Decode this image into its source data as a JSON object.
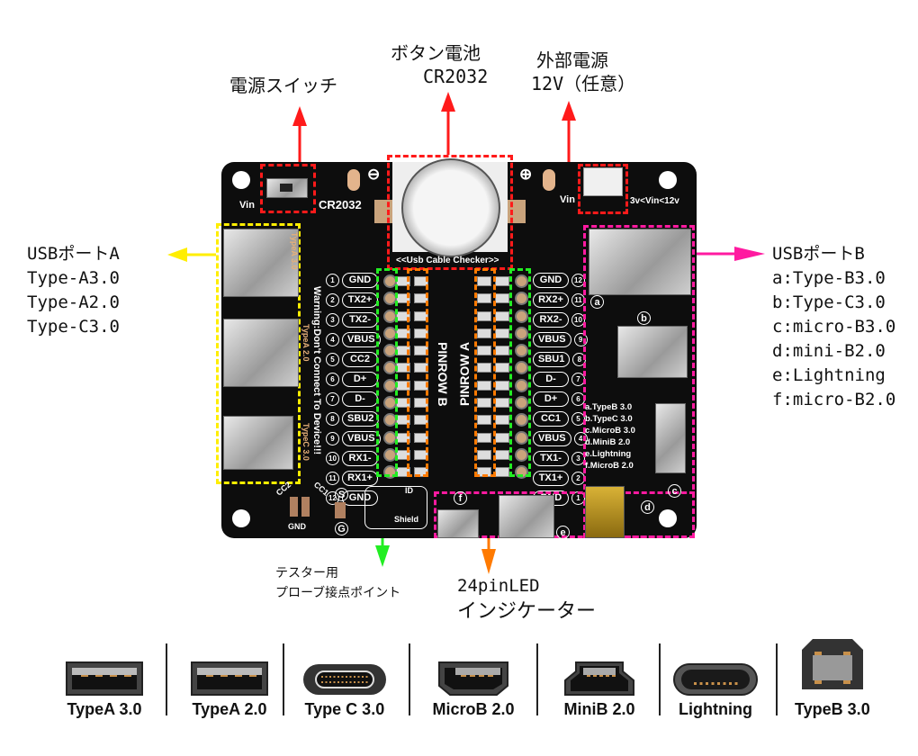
{
  "callouts": {
    "power_switch": {
      "title": "電源スイッチ",
      "color": "#ff1a1a"
    },
    "button_battery": {
      "title": "ボタン電池",
      "subtitle": "CR2032",
      "color": "#ff1a1a"
    },
    "external_power": {
      "title": "外部電源",
      "subtitle": "12V（任意）",
      "color": "#ff1a1a"
    },
    "usb_port_a": {
      "title": "USBポートA",
      "lines": [
        "Type-A3.0",
        "Type-A2.0",
        "Type-C3.0"
      ],
      "color": "#ffee00"
    },
    "usb_port_b": {
      "title": "USBポートB",
      "lines": [
        "a:Type-B3.0",
        "b:Type-C3.0",
        "c:micro-B3.0",
        "d:mini-B2.0",
        "e:Lightning",
        "f:micro-B2.0"
      ],
      "color": "#ff1aa0"
    },
    "probe_points": {
      "lines": [
        "テスター用",
        "プローブ接点ポイント"
      ],
      "color": "#22ee22"
    },
    "led_indicator": {
      "lines": [
        "24pinLED",
        "インジケーター"
      ],
      "color": "#ff7a00"
    }
  },
  "board": {
    "switch_label": "Vin",
    "battery_label": "CR2032",
    "minus": "⊖",
    "plus": "⊕",
    "vin_label": "Vin",
    "vin_range": "3v<Vin<12v",
    "checker_label": "<<Usb Cable Checker>>",
    "warning": "Warning:Don't Connect To Device!!!",
    "port_a_silk": [
      "TypeA 3.0",
      "TypeA 2.0",
      "TypeC 3.0"
    ],
    "pinrow_b_label": "PINROW B",
    "pinrow_a_label": "PINROW A",
    "pinrow_b": [
      {
        "num": "1",
        "name": "GND"
      },
      {
        "num": "2",
        "name": "TX2+"
      },
      {
        "num": "3",
        "name": "TX2-"
      },
      {
        "num": "4",
        "name": "VBUS"
      },
      {
        "num": "5",
        "name": "CC2"
      },
      {
        "num": "6",
        "name": "D+"
      },
      {
        "num": "7",
        "name": "D-"
      },
      {
        "num": "8",
        "name": "SBU2"
      },
      {
        "num": "9",
        "name": "VBUS"
      },
      {
        "num": "10",
        "name": "RX1-"
      },
      {
        "num": "11",
        "name": "RX1+"
      },
      {
        "num": "12",
        "name": "GND"
      }
    ],
    "pinrow_a": [
      {
        "num": "12",
        "name": "GND"
      },
      {
        "num": "11",
        "name": "RX2+"
      },
      {
        "num": "10",
        "name": "RX2-"
      },
      {
        "num": "9",
        "name": "VBUS"
      },
      {
        "num": "8",
        "name": "SBU1"
      },
      {
        "num": "7",
        "name": "D-"
      },
      {
        "num": "6",
        "name": "D+"
      },
      {
        "num": "5",
        "name": "CC1"
      },
      {
        "num": "4",
        "name": "VBUS"
      },
      {
        "num": "3",
        "name": "TX1-"
      },
      {
        "num": "2",
        "name": "TX1+"
      },
      {
        "num": "1",
        "name": "GND"
      }
    ],
    "port_b_legend": [
      "a.TypeB 3.0",
      "b.TypeC 3.0",
      "c.MicroB 3.0",
      "d.MiniB 2.0",
      "e.Lightning",
      "f.MicroB 2.0"
    ],
    "port_letters": [
      "a",
      "b",
      "c",
      "d",
      "e",
      "f"
    ],
    "cc_labels": [
      "CC2",
      "CC1",
      "GND"
    ],
    "sg_labels": [
      "S",
      "G"
    ],
    "id_label": "ID",
    "shield_label": "Shield"
  },
  "connectors": [
    {
      "label": "TypeA 3.0",
      "icon": "usb-type-a-icon"
    },
    {
      "label": "TypeA 2.0",
      "icon": "usb-type-a-icon"
    },
    {
      "label": "Type C 3.0",
      "icon": "usb-type-c-icon"
    },
    {
      "label": "MicroB 2.0",
      "icon": "usb-micro-b-icon"
    },
    {
      "label": "MiniB 2.0",
      "icon": "usb-mini-b-icon"
    },
    {
      "label": "Lightning",
      "icon": "lightning-icon"
    },
    {
      "label": "TypeB 3.0",
      "icon": "usb-type-b-icon"
    }
  ]
}
